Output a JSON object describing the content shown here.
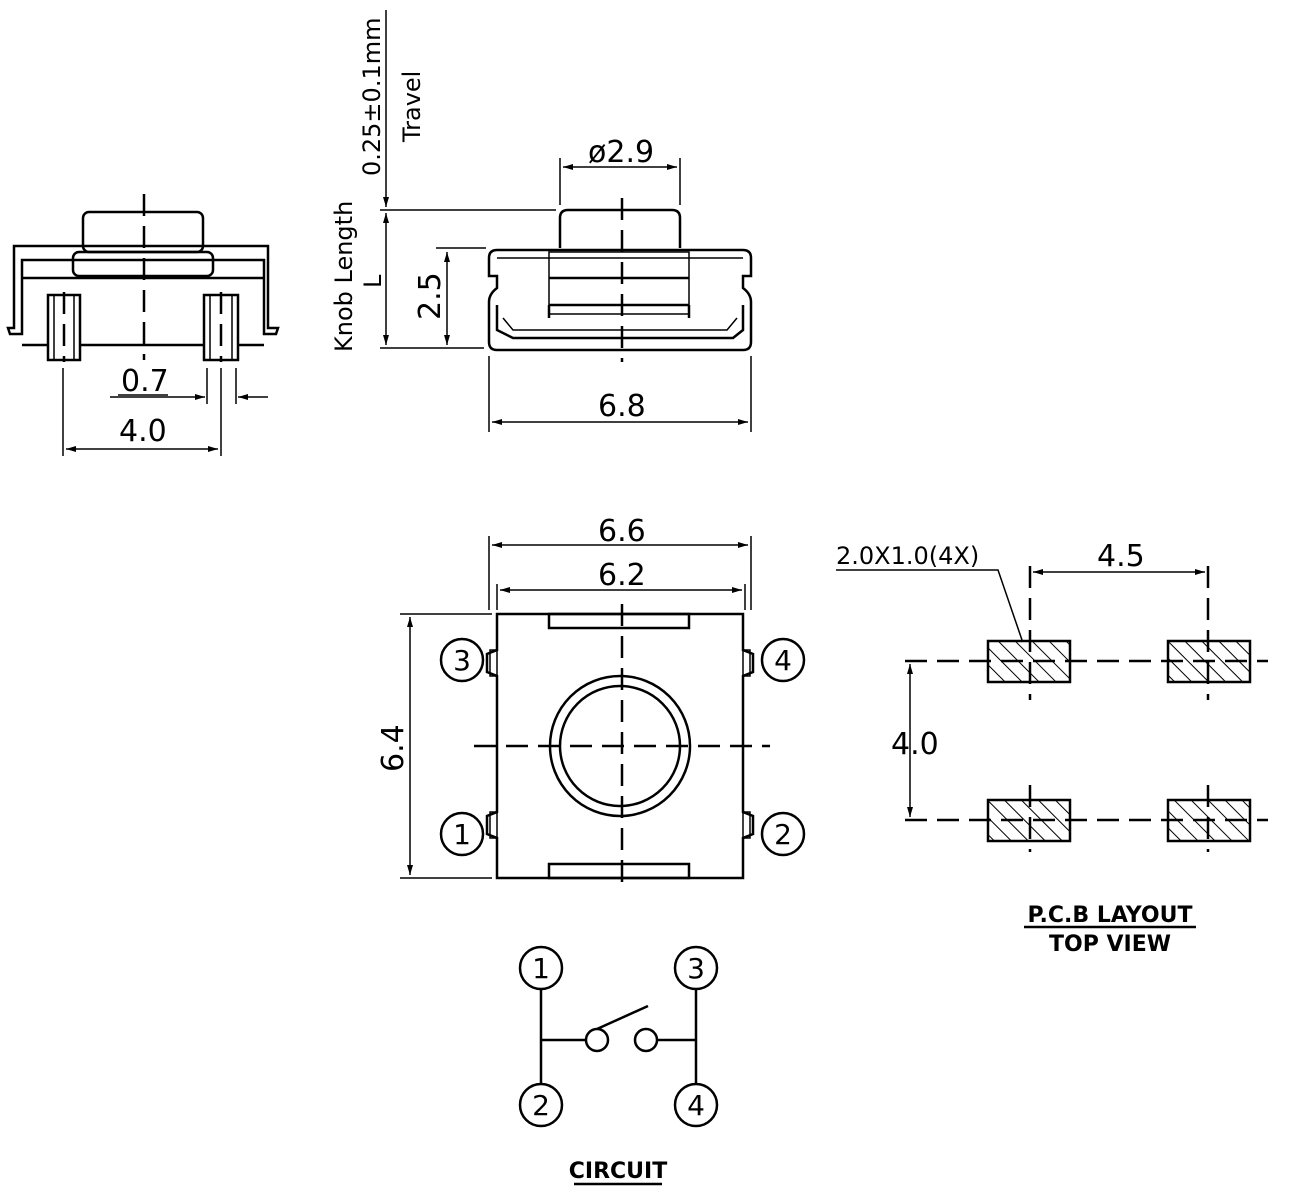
{
  "dimensions": {
    "travel": "0.25±0.1mm",
    "travel_label": "Travel",
    "knob_length_label": "Knob Length",
    "knob_length_symbol": "L",
    "knob_diameter": "ø2.9",
    "body_height": "2.5",
    "body_width_side": "6.8",
    "lead_width": "0.7",
    "lead_pitch_front": "4.0",
    "body_outer_width": "6.6",
    "body_inner_width": "6.2",
    "body_depth": "6.4",
    "pad_size": "2.0X1.0(4X)",
    "pad_pitch_x": "4.5",
    "pad_pitch_y": "4.0"
  },
  "pins": {
    "top_left": "3",
    "top_right": "4",
    "bottom_left": "1",
    "bottom_right": "2"
  },
  "circuit": {
    "pin_top_left": "1",
    "pin_top_right": "3",
    "pin_bottom_left": "2",
    "pin_bottom_right": "4",
    "caption": "CIRCUIT"
  },
  "pcb_layout": {
    "caption_line1": "P.C.B  LAYOUT",
    "caption_line2": "TOP  VIEW"
  }
}
